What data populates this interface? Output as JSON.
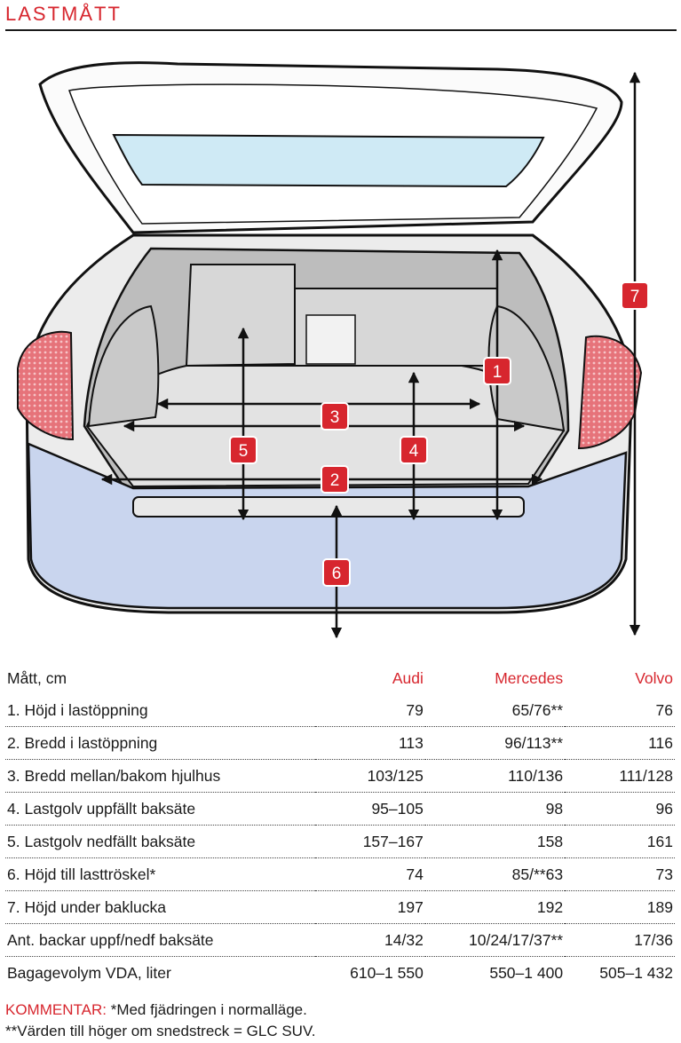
{
  "title": "LASTMÅTT",
  "figure_badges": [
    "1",
    "2",
    "3",
    "4",
    "5",
    "6",
    "7"
  ],
  "table": {
    "header": [
      "Mått, cm",
      "Audi",
      "Mercedes",
      "Volvo"
    ],
    "rows": [
      [
        "1. Höjd i lastöppning",
        "79",
        "65/76**",
        "76"
      ],
      [
        "2. Bredd i lastöppning",
        "113",
        "96/113**",
        "116"
      ],
      [
        "3. Bredd mellan/bakom hjulhus",
        "103/125",
        "110/136",
        "111/128"
      ],
      [
        "4. Lastgolv uppfällt baksäte",
        "95–105",
        "98",
        "96"
      ],
      [
        "5. Lastgolv nedfällt baksäte",
        "157–167",
        "158",
        "161"
      ],
      [
        "6. Höjd till lasttröskel*",
        "74",
        "85/**63",
        "73"
      ],
      [
        "7. Höjd under baklucka",
        "197",
        "192",
        "189"
      ],
      [
        "Ant. backar uppf/nedf baksäte",
        "14/32",
        "10/24/17/37**",
        "17/36"
      ],
      [
        "Bagagevolym VDA, liter",
        "610–1 550",
        "550–1 400",
        "505–1 432"
      ]
    ]
  },
  "comment": {
    "label": "KOMMENTAR:",
    "line1": "*Med fjädringen i normalläge.",
    "line2": "**Värden till höger om snedstreck = GLC SUV."
  },
  "colors": {
    "accent": "#d7262e",
    "text": "#1a1a1a",
    "glass": "#cfeaf5",
    "bumper": "#c9d5ee"
  }
}
